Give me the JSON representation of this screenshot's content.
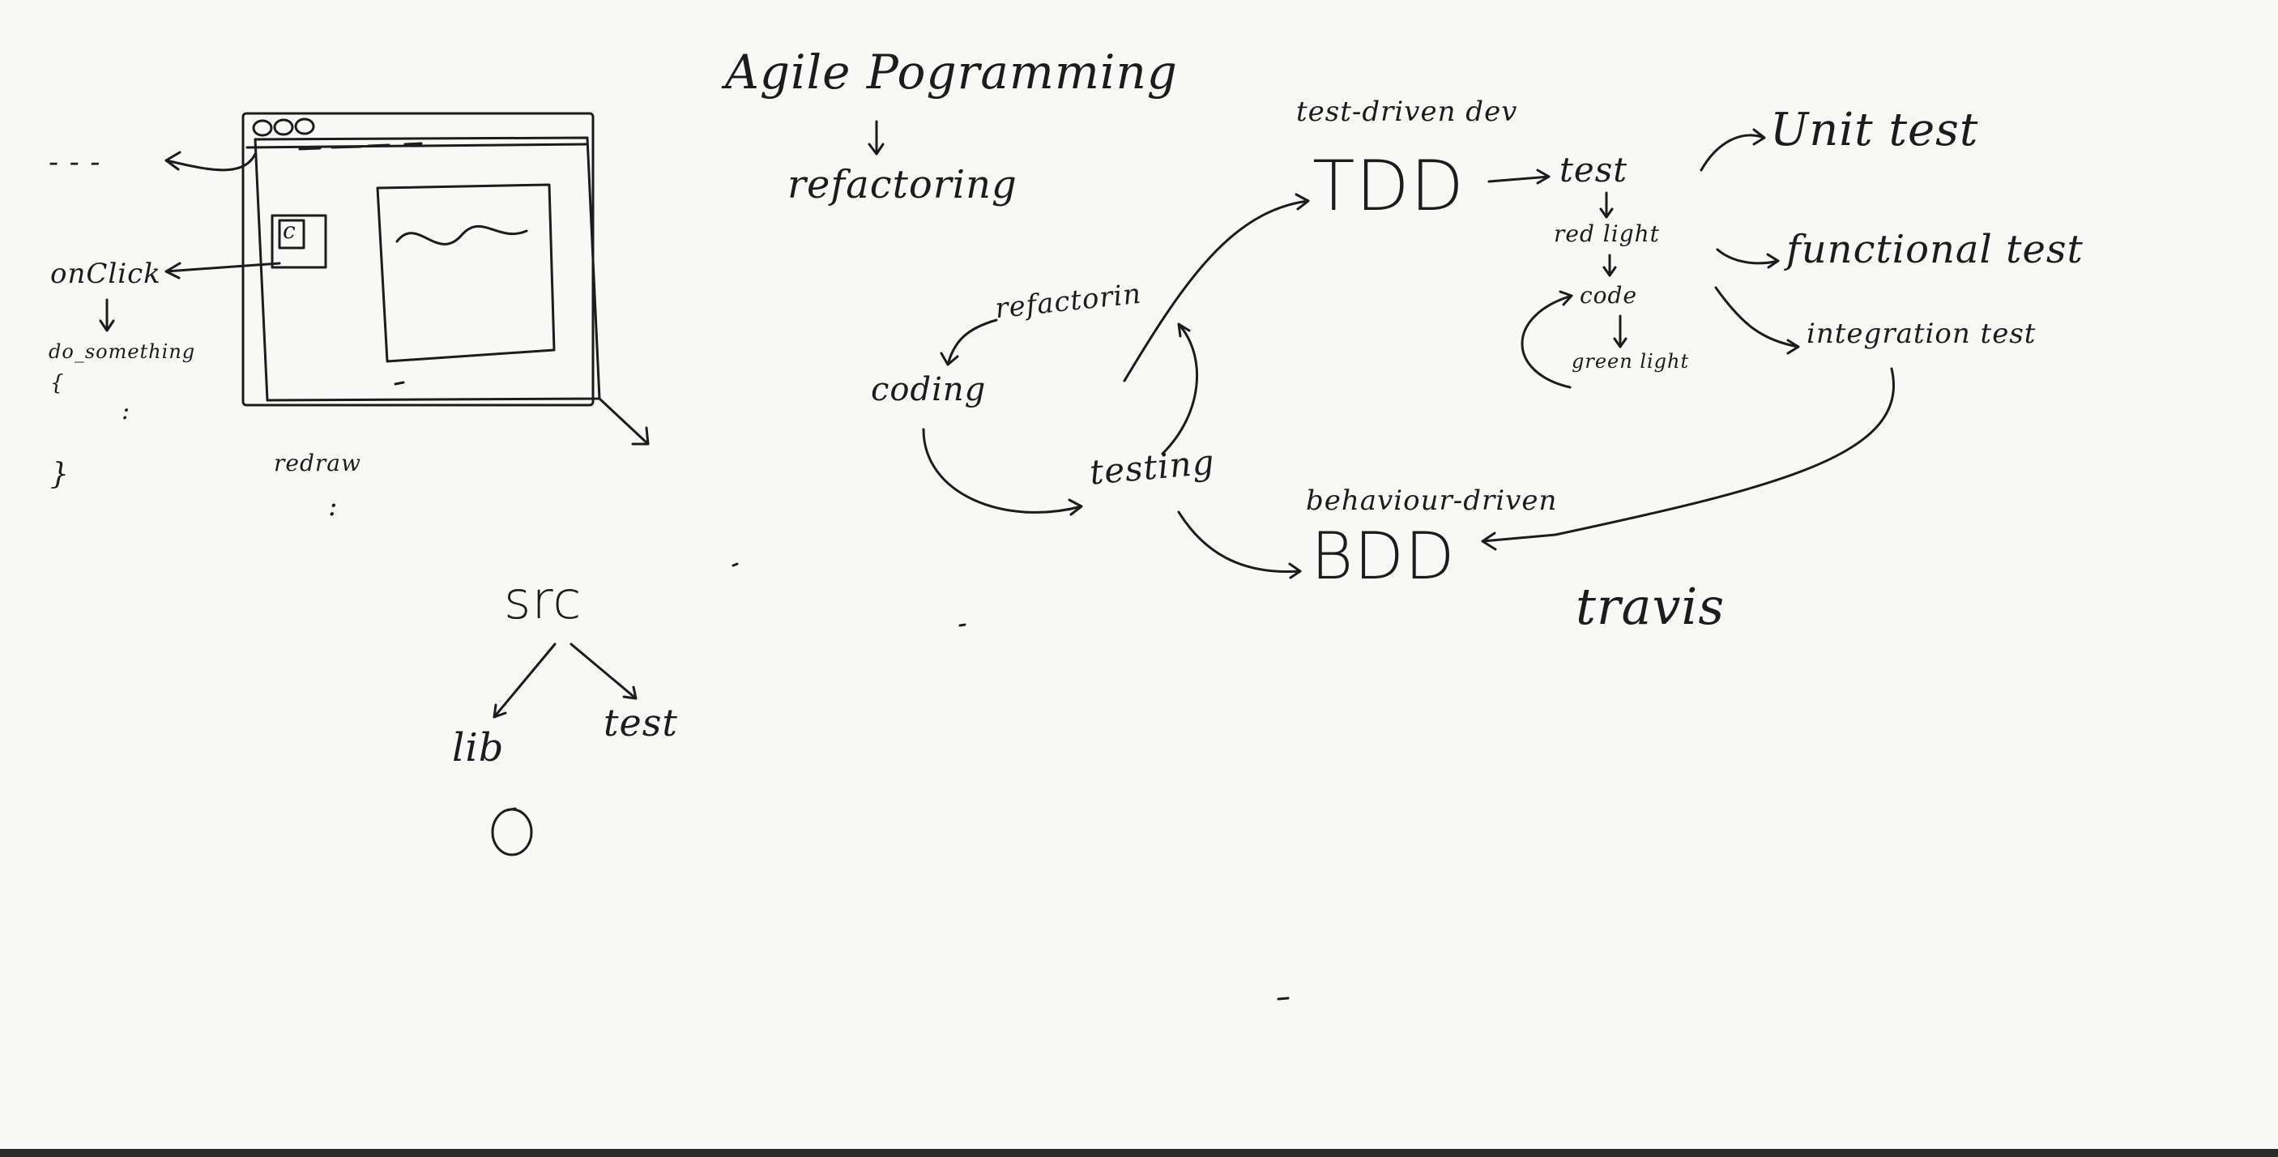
{
  "title": "Agile Pogramming",
  "left_sketch": {
    "dash_labels": "- - -",
    "event": "onClick",
    "handler": "do_something",
    "handler_open": "{",
    "handler_dots": ":",
    "handler_close": "}",
    "window_button": "c",
    "redraw": "redraw",
    "redraw_dots": ":"
  },
  "agile": {
    "refactoring": "refactoring"
  },
  "cycle": {
    "refactoring": "refactorin",
    "coding": "coding",
    "testing": "testing"
  },
  "tdd": {
    "subtitle": "test-driven dev",
    "label": "TDD",
    "test": "test",
    "red_light": "red light",
    "code": "code",
    "green_light": "green light"
  },
  "test_types": {
    "unit": "Unit test",
    "functional": "functional test",
    "integration": "integration test"
  },
  "bdd": {
    "subtitle": "behaviour-driven",
    "label": "BDD"
  },
  "travis": "travis",
  "src_tree": {
    "root": "src",
    "lib": "lib",
    "test": "test"
  }
}
